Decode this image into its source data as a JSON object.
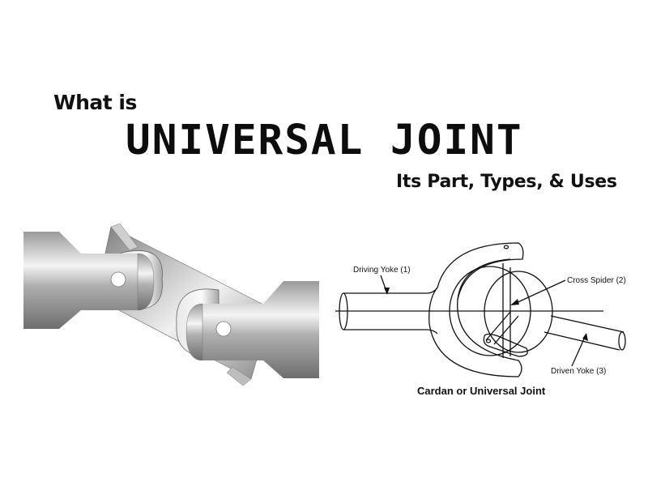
{
  "header": {
    "prefix": "What is",
    "title": "UNIVERSAL JOINT",
    "subtitle": "Its Part, Types, & Uses"
  },
  "illustration_3d": {
    "description": "3D rendered double universal joint with two shafts and a connecting yoke"
  },
  "diagram": {
    "labels": {
      "driving_yoke": "Driving Yoke (1)",
      "cross_spider": "Cross Spider (2)",
      "driven_yoke": "Driven Yoke (3)"
    },
    "caption": "Cardan or Universal Joint"
  },
  "colors": {
    "background": "#ffffff",
    "text": "#111111",
    "metal_light": "#f2f2f2",
    "metal_dark": "#8a8a8a"
  }
}
